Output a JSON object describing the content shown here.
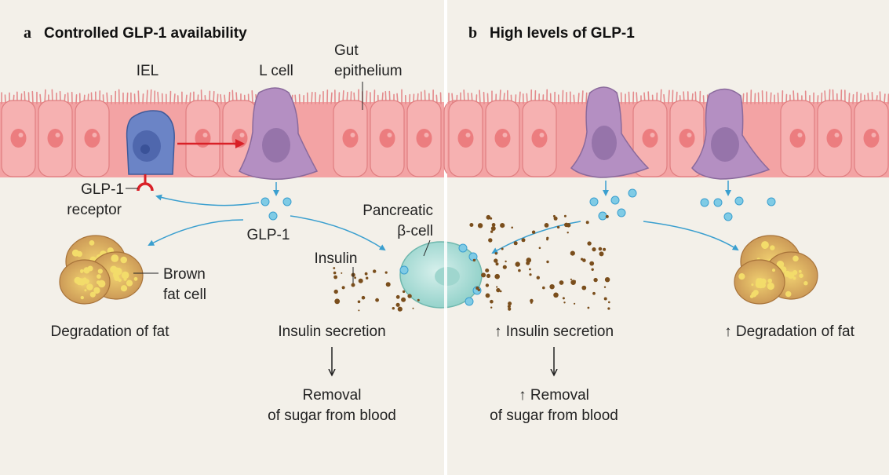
{
  "panel_a": {
    "letter": "a",
    "title": "Controlled GLP-1 availability",
    "labels": {
      "iel": "IEL",
      "l_cell": "L cell",
      "gut_line1": "Gut",
      "gut_line2": "epithelium",
      "receptor_line1": "GLP-1",
      "receptor_line2": "receptor",
      "glp1": "GLP-1",
      "pancreatic_line1": "Pancreatic",
      "pancreatic_line2": "β-cell",
      "insulin": "Insulin",
      "brown_line1": "Brown",
      "brown_line2": "fat cell",
      "degradation": "Degradation of fat",
      "insulin_secretion": "Insulin secretion",
      "removal_line1": "Removal",
      "removal_line2": "of sugar from blood"
    }
  },
  "panel_b": {
    "letter": "b",
    "title": "High levels of GLP-1",
    "labels": {
      "insulin_secretion": "↑ Insulin secretion",
      "degradation": "↑ Degradation of fat",
      "removal_line1": "↑ Removal",
      "removal_line2": "of sugar from blood"
    }
  },
  "colors": {
    "panel_bg": "#f3f0e9",
    "epithelium": "#f3a3a4",
    "iel": "#6b84c6",
    "l_cell": "#b48fc2",
    "glp1": "#7fcbe5",
    "beta_cell": "#a8dcd5",
    "fat_cell": "#d4a35a",
    "insulin": "#7a4e1c",
    "arrow_red": "#d92027",
    "arrow_blue": "#3a9fcf"
  }
}
